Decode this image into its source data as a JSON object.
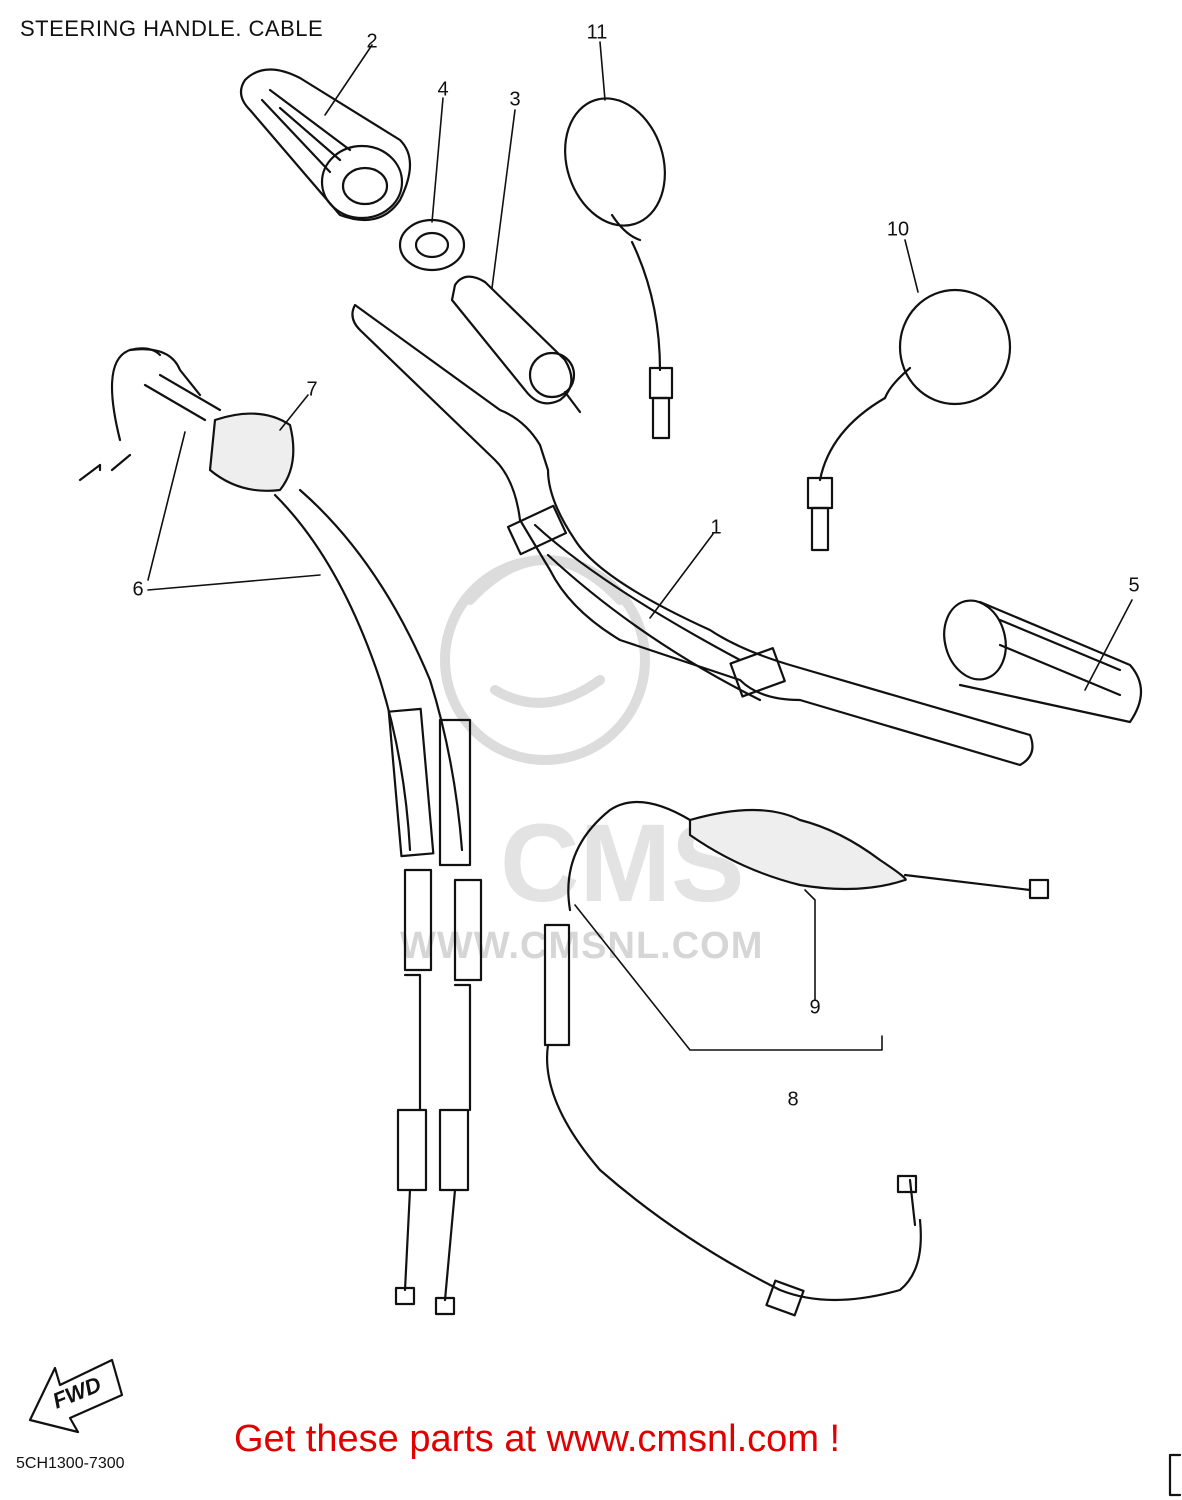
{
  "diagram": {
    "title": "STEERING HANDLE. CABLE",
    "drawing_code": "5CH1300-7300",
    "direction_label": "FWD",
    "watermark_brand": "CMS",
    "watermark_url": "WWW.CMSNL.COM",
    "promo_text": "Get these parts at www.cmsnl.com !",
    "colors": {
      "line": "#111111",
      "promo": "#e00000",
      "watermark": "#d6d6d6"
    },
    "callouts": [
      {
        "id": "1",
        "part": "handlebar"
      },
      {
        "id": "2",
        "part": "throttle-grip"
      },
      {
        "id": "3",
        "part": "grip-guide-tube"
      },
      {
        "id": "4",
        "part": "collar"
      },
      {
        "id": "5",
        "part": "left-grip"
      },
      {
        "id": "6",
        "part": "throttle-cables"
      },
      {
        "id": "7",
        "part": "cable-cover"
      },
      {
        "id": "8",
        "part": "clutch-cable"
      },
      {
        "id": "9",
        "part": "cable-boot"
      },
      {
        "id": "10",
        "part": "mirror-left"
      },
      {
        "id": "11",
        "part": "mirror-right"
      }
    ]
  }
}
